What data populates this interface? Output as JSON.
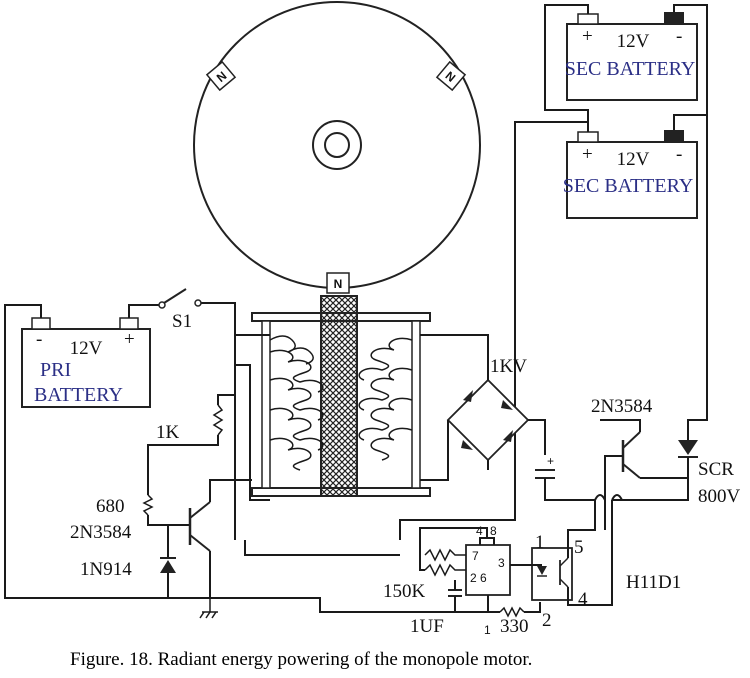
{
  "rotor": {
    "magnet_left": "N",
    "magnet_right": "N",
    "magnet_bottom": "N"
  },
  "batteries": {
    "sec_top": {
      "voltage": "12V",
      "label": "SEC BATTERY",
      "pos": "+",
      "neg": "-"
    },
    "sec_bottom": {
      "voltage": "12V",
      "label": "SEC BATTERY",
      "pos": "+",
      "neg": "-"
    },
    "primary": {
      "voltage": "12V",
      "label_line1": "PRI",
      "label_line2": "BATTERY",
      "neg": "-",
      "pos": "+"
    }
  },
  "components": {
    "switch": "S1",
    "rectifier": "1KV",
    "transistor_top": "2N3584",
    "scr": "SCR",
    "scr_rating": "800V",
    "resistor_1k": "1K",
    "resistor_680": "680",
    "transistor_left": "2N3584",
    "diode": "1N914",
    "timer_pin4": "4",
    "timer_pin8": "8",
    "timer_pin7": "7",
    "timer_pin26": "2 6",
    "timer_pin3": "3",
    "timer_pin1": "1",
    "pot": "150K",
    "cap": "1UF",
    "resistor_330": "330",
    "opto_pin1": "1",
    "opto_pin2": "2",
    "opto_pin4": "4",
    "opto_pin5": "5",
    "opto": "H11D1",
    "cap_plus": "+"
  },
  "caption": "Figure. 18. Radiant energy powering of the monopole motor."
}
